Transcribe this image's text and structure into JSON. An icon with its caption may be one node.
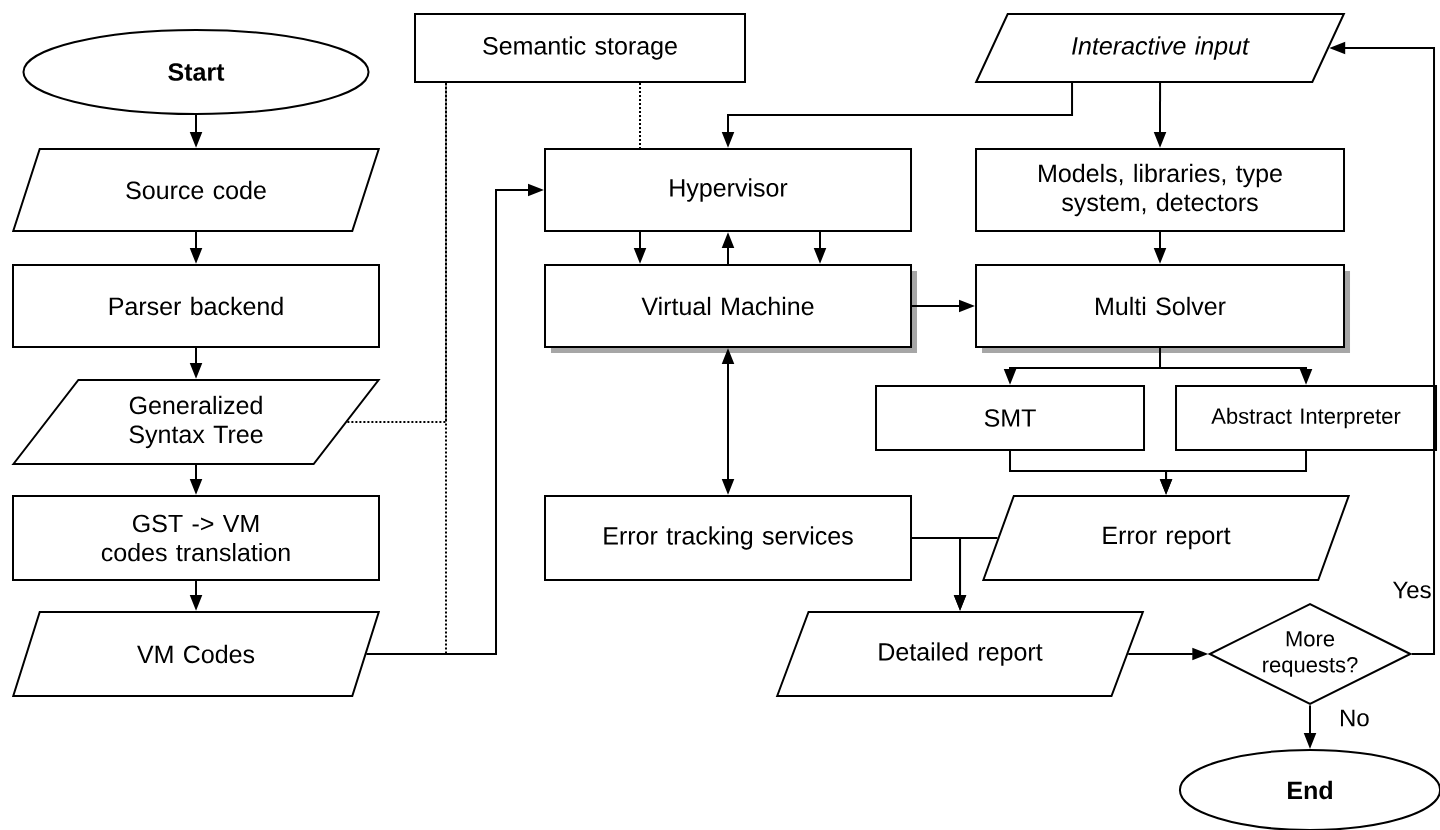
{
  "diagram": {
    "nodes": [
      {
        "text": [
          "Start"
        ]
      },
      {
        "text": [
          "Source code"
        ]
      },
      {
        "text": [
          "Parser backend"
        ]
      },
      {
        "text": [
          "Generalized Syntax Tree"
        ]
      },
      {
        "text": [
          "GST -> VM codes translation"
        ]
      },
      {
        "text": [
          "VM Codes"
        ]
      },
      {
        "text": [
          "Semantic storage"
        ]
      },
      {
        "text": [
          "Hypervisor"
        ]
      },
      {
        "text": [
          "Virtual Machine"
        ]
      },
      {
        "text": [
          "Interactive input"
        ]
      },
      {
        "text": [
          "Models, libraries, type system, detectors"
        ]
      },
      {
        "text": [
          "Multi Solver"
        ]
      },
      {
        "text": [
          "SMT"
        ]
      },
      {
        "text": [
          "Abstract Interpreter"
        ]
      },
      {
        "text": [
          "Error tracking services"
        ]
      },
      {
        "text": [
          "Error report"
        ]
      },
      {
        "text": [
          "Detailed report"
        ]
      },
      {
        "text": [
          "More requests?"
        ]
      },
      {
        "text": [
          "End"
        ]
      }
    ],
    "edges": [
      {
        "from": 0,
        "to": 1,
        "arrow": "to"
      },
      {
        "from": 1,
        "to": 2,
        "arrow": "to"
      },
      {
        "from": 2,
        "to": 3,
        "arrow": "to"
      },
      {
        "from": 3,
        "to": 4,
        "arrow": "to"
      },
      {
        "from": 4,
        "to": 5,
        "arrow": "to"
      },
      {
        "from": 5,
        "to": 7,
        "arrow": "to"
      },
      {
        "from": 3,
        "to": 6,
        "arrow": "none",
        "style": "dashed"
      },
      {
        "from": 5,
        "to": 6,
        "arrow": "none",
        "style": "dashed"
      },
      {
        "from": 6,
        "to": 7,
        "arrow": "none",
        "style": "dashed"
      },
      {
        "from": 9,
        "to": 7,
        "arrow": "to"
      },
      {
        "from": 9,
        "to": 10,
        "arrow": "to"
      },
      {
        "from": 7,
        "to": 8,
        "arrow": "to"
      },
      {
        "from": 8,
        "to": 7,
        "arrow": "to"
      },
      {
        "from": 7,
        "to": 8,
        "arrow": "to"
      },
      {
        "from": 8,
        "to": 11,
        "arrow": "to"
      },
      {
        "from": 10,
        "to": 11,
        "arrow": "to"
      },
      {
        "from": 11,
        "to": 12,
        "arrow": "to"
      },
      {
        "from": 11,
        "to": 13,
        "arrow": "to"
      },
      {
        "from": 12,
        "to": 15,
        "arrow": "to"
      },
      {
        "from": 13,
        "to": 15,
        "arrow": "to"
      },
      {
        "from": 8,
        "to": 14,
        "arrow": "both"
      },
      {
        "from": 14,
        "to": 16,
        "arrow": "to"
      },
      {
        "from": 15,
        "to": 16,
        "arrow": "to"
      },
      {
        "from": 16,
        "to": 17,
        "arrow": "to"
      },
      {
        "from": 17,
        "to": 18,
        "arrow": "to",
        "label": "No"
      },
      {
        "from": 17,
        "to": 9,
        "arrow": "to",
        "label": "Yes"
      }
    ]
  }
}
